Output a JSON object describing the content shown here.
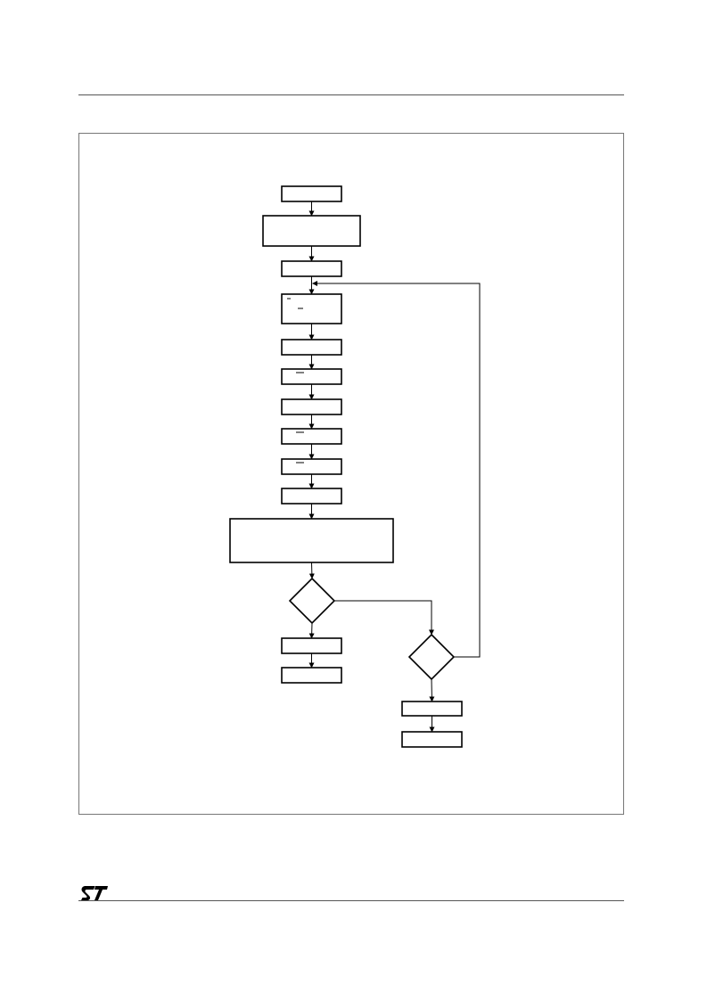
{
  "document": {
    "logo_name": "st-logo"
  },
  "colors": {
    "line": "#000000",
    "rule": "#555555",
    "frame": "#777777"
  },
  "flowchart": {
    "nodes": [
      {
        "id": "n1",
        "shape": "process",
        "label": ""
      },
      {
        "id": "n2",
        "shape": "process",
        "label": ""
      },
      {
        "id": "n3",
        "shape": "process",
        "label": ""
      },
      {
        "id": "n4",
        "shape": "process",
        "label": ""
      },
      {
        "id": "n5",
        "shape": "process",
        "label": ""
      },
      {
        "id": "n6",
        "shape": "process",
        "label": ""
      },
      {
        "id": "n7",
        "shape": "process",
        "label": ""
      },
      {
        "id": "n8",
        "shape": "process",
        "label": ""
      },
      {
        "id": "n9",
        "shape": "process",
        "label": ""
      },
      {
        "id": "n10",
        "shape": "process",
        "label": ""
      },
      {
        "id": "n11",
        "shape": "process",
        "label": ""
      },
      {
        "id": "d1",
        "shape": "decision",
        "label": ""
      },
      {
        "id": "n12",
        "shape": "process",
        "label": ""
      },
      {
        "id": "n13",
        "shape": "process",
        "label": ""
      },
      {
        "id": "d2",
        "shape": "decision",
        "label": ""
      },
      {
        "id": "n14",
        "shape": "process",
        "label": ""
      },
      {
        "id": "n15",
        "shape": "process",
        "label": ""
      }
    ],
    "edges": [
      {
        "from": "n1",
        "to": "n2"
      },
      {
        "from": "n2",
        "to": "n3"
      },
      {
        "from": "n3",
        "to": "n4"
      },
      {
        "from": "n4",
        "to": "n5"
      },
      {
        "from": "n5",
        "to": "n6"
      },
      {
        "from": "n6",
        "to": "n7"
      },
      {
        "from": "n7",
        "to": "n8"
      },
      {
        "from": "n8",
        "to": "n9"
      },
      {
        "from": "n9",
        "to": "n10"
      },
      {
        "from": "n10",
        "to": "n11"
      },
      {
        "from": "n11",
        "to": "d1"
      },
      {
        "from": "d1",
        "to": "n12"
      },
      {
        "from": "n12",
        "to": "n13"
      },
      {
        "from": "d1",
        "to": "d2"
      },
      {
        "from": "d2",
        "to": "n14"
      },
      {
        "from": "n14",
        "to": "n15"
      },
      {
        "from": "d2",
        "to": "n4",
        "kind": "loop"
      }
    ]
  }
}
